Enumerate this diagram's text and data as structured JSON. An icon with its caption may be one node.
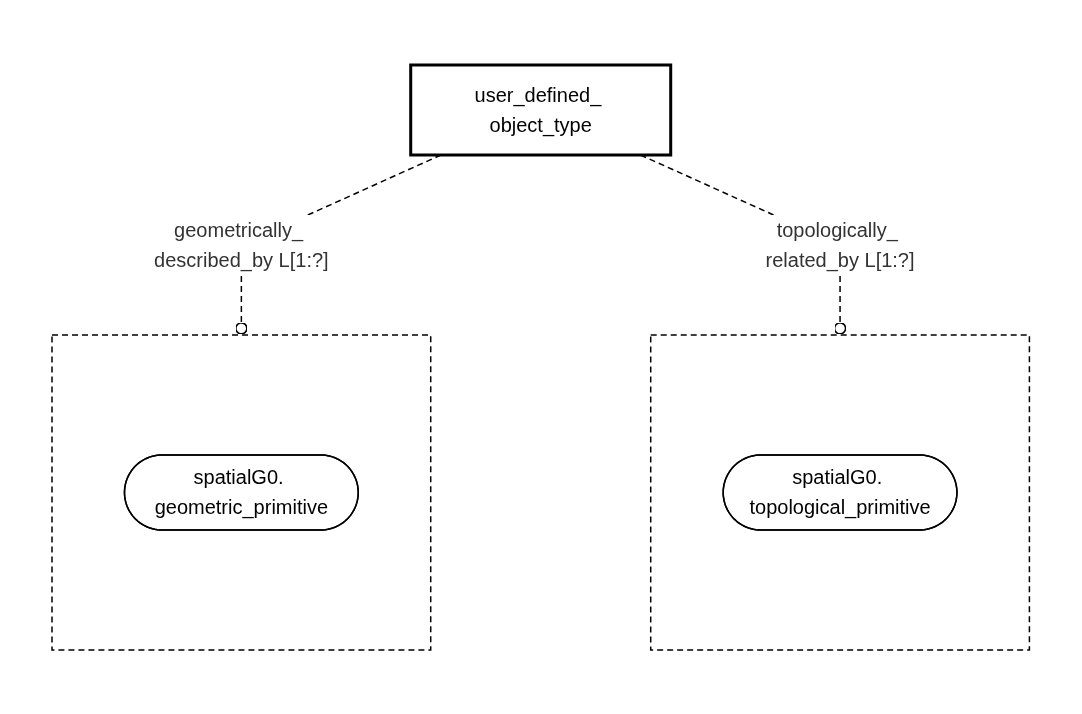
{
  "diagram": {
    "nodes": [
      {
        "text": [
          "user_defined_ object_type"
        ]
      },
      {
        "text": [],
        "shape": "box"
      },
      {
        "text": [
          "spatialG0. geometric_primitive"
        ],
        "in": 1
      },
      {
        "text": [],
        "shape": "box"
      },
      {
        "text": [
          "spatialG0. topological_primitive"
        ],
        "in": 3
      }
    ],
    "edges": [
      {
        "from": 0,
        "to": 1,
        "arrow": "other",
        "style": "dashed",
        "label": "geometrically_ described_by L[1:?]"
      },
      {
        "from": 0,
        "to": 3,
        "arrow": "other",
        "style": "dashed",
        "label": "topologically_ related_by L[1:?]"
      }
    ]
  }
}
